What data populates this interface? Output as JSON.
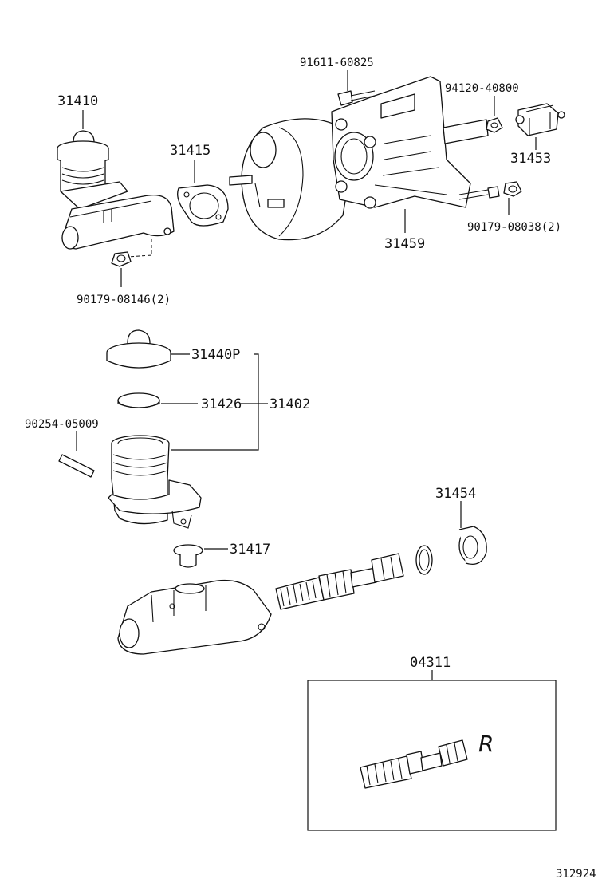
{
  "parts": {
    "p31410": "31410",
    "p31415": "31415",
    "p91611": "91611-60825",
    "p94120": "94120-40800",
    "p31453": "31453",
    "p90179a": "90179-08038(2)",
    "p31459": "31459",
    "p90179b": "90179-08146(2)",
    "p31440": "31440P",
    "p31426": "31426",
    "p31402": "31402",
    "p90254": "90254-05009",
    "p31454": "31454",
    "p31417": "31417",
    "p04311": "04311",
    "handwritten": "R"
  },
  "catalog_number": "312924"
}
